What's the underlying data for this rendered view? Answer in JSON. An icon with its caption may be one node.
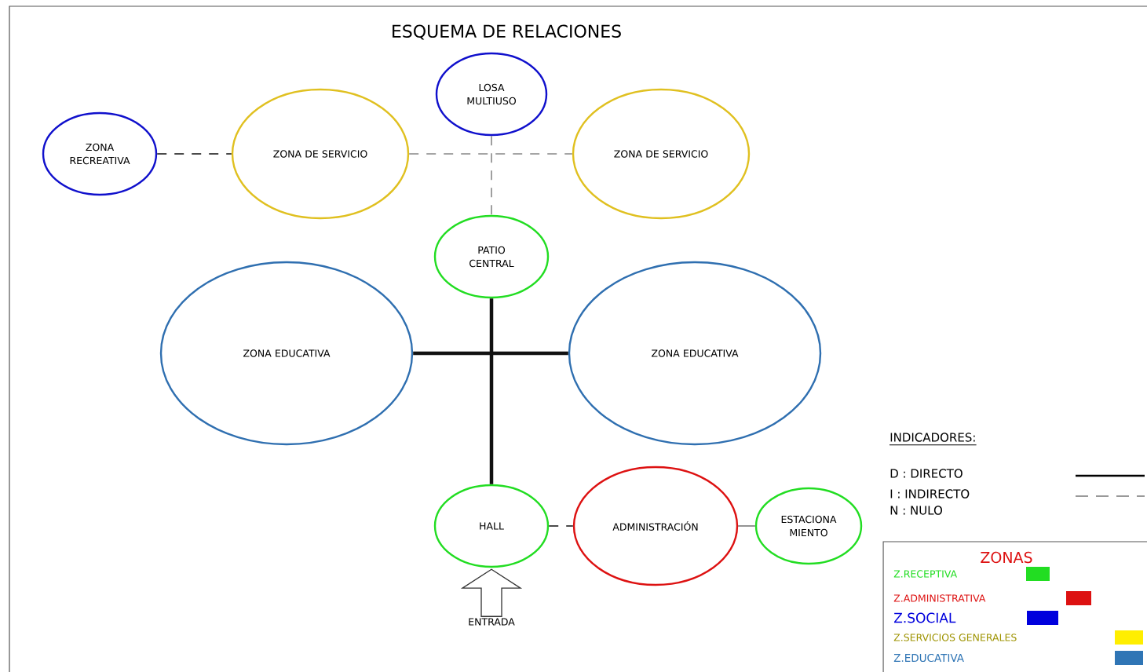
{
  "diagram": {
    "title": "ESQUEMA DE RELACIONES",
    "nodes": [
      {
        "text": [
          "LOSA MULTIUSO"
        ]
      },
      {
        "text": [
          "ZONA RECREATIVA"
        ]
      },
      {
        "text": [
          "ZONA DE SERVICIO"
        ]
      },
      {
        "text": [
          "ZONA DE SERVICIO"
        ]
      },
      {
        "text": [
          "PATIO CENTRAL"
        ]
      },
      {
        "text": [
          "ZONA EDUCATIVA"
        ]
      },
      {
        "text": [
          "ZONA EDUCATIVA"
        ]
      },
      {
        "text": [
          "HALL"
        ]
      },
      {
        "text": [
          "ADMINISTRACIÓN"
        ]
      },
      {
        "text": [
          "ESTACIONA MIENTO"
        ]
      },
      {
        "text": [
          "ENTRADA"
        ]
      }
    ],
    "edges": [
      {
        "from": 1,
        "to": 2,
        "arrow": "none",
        "style": "dashed"
      },
      {
        "from": 2,
        "to": 3,
        "arrow": "none",
        "style": "dashed",
        "color": "#888888"
      },
      {
        "from": 0,
        "to": 4,
        "arrow": "none",
        "style": "dashed",
        "color": "#888888"
      },
      {
        "from": 4,
        "to": 7,
        "arrow": "none",
        "style": "thick"
      },
      {
        "from": 5,
        "to": 6,
        "arrow": "none",
        "style": "thick"
      },
      {
        "from": 7,
        "to": 8,
        "arrow": "none",
        "style": "dashed"
      },
      {
        "from": 8,
        "to": 9,
        "arrow": "none"
      },
      {
        "from": 10,
        "to": 7,
        "arrow": "to"
      }
    ],
    "labels": [
      "INDICADORES:",
      "N : NULO",
      "ZONAS"
    ],
    "legend": [
      {
        "text": "D : DIRECTO"
      },
      {
        "text": "I : INDIRECTO"
      },
      {
        "text": "Z.RECEPTIVA",
        "color": "#22dd22"
      },
      {
        "text": "Z.ADMINISTRATIVA",
        "color": "#dd1111"
      },
      {
        "text": "Z.SOCIAL",
        "color": "#0000dd"
      },
      {
        "text": "Z.SERVICIOS GENERALES",
        "color": "#ffee00"
      },
      {
        "text": "Z.EDUCATIVA",
        "color": "#2f75b5"
      }
    ]
  }
}
